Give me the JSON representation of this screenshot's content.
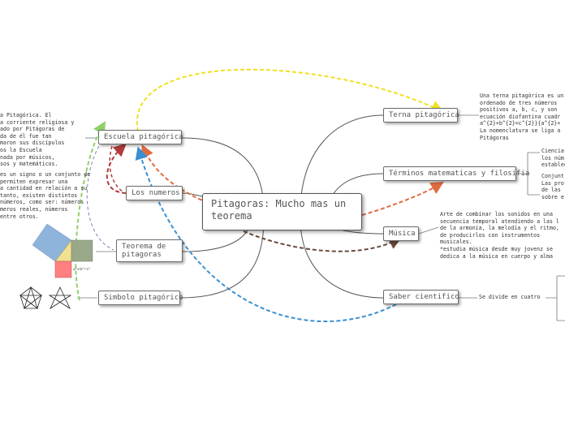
{
  "central": {
    "line1": "Pitagoras: Mucho mas un",
    "line2": "teorema"
  },
  "nodes": {
    "escuela": "Escuela pitagórica",
    "numeros": "Los numeros",
    "teorema_line1": "Teorema de",
    "teorema_line2": "pitagoras",
    "simbolo": "Simbolo pitagórico",
    "terna": "Terna pitagórica",
    "terminos": "Términos matematicas y filosifia",
    "musica": "Música",
    "saber": "Saber cientifico"
  },
  "notes": {
    "escuela_text": [
      "a Pitagórica. El",
      "a corriente religiosa y",
      "ado por Pitágoras de",
      "da de él fue tan",
      "maron sus discípulos",
      "os la Escuela",
      "nada por músicos,",
      "sos y matemáticos."
    ],
    "numeros_text": [
      "es un signo o un conjunto de",
      "permiten expresar una",
      "a cantidad en relación a su",
      "tanto, existen distintos",
      "números, como ser: números",
      "meros reales, números",
      "entre otros."
    ],
    "terna_text": [
      "Una terna pitagórica es un",
      "ordenado de tres números",
      "positivos a, b, c, y son",
      "ecuación diofantina cuadr",
      "a^{2}+b^{2}=c^{2}}{a^{2}+",
      "La nomenclatura se liga a",
      "Pitágoras"
    ],
    "terminos_upper": [
      "Ciencia",
      "los núm",
      "establec"
    ],
    "terminos_lower": [
      "Conjunt",
      "Las pro",
      "de las",
      "sobre e"
    ],
    "musica_text": [
      "Arte de combinar los sonidos en una",
      "secuencia temporal atendiendo a las l",
      "de la armonía, la melodía y el ritmo,",
      "de producirlos con instrumentos",
      "musicales.",
      "*estudia música desde muy jovenz se",
      "dedica a la música en cuerpo y alma"
    ],
    "saber_text": "Se divide en cuatro"
  },
  "theorem_formula": "a²+b²=c²",
  "colors": {
    "yellow_arrow": "#f0e020",
    "green_arrow": "#8fd06a",
    "red_arrow": "#b03a3a",
    "orange_arrow": "#e06a40",
    "blue_arrow": "#3a90d0",
    "brown_arrow": "#6a4a3a",
    "lavender_arrow": "#8080c0",
    "connector": "#555555"
  }
}
